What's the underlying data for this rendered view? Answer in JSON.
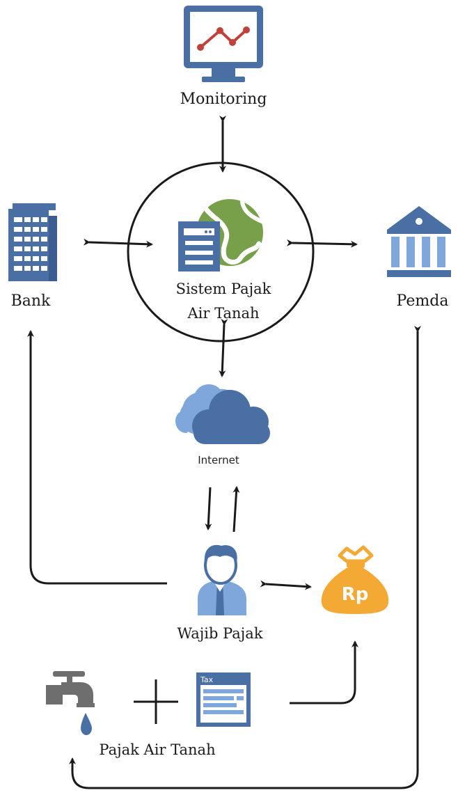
{
  "labels": {
    "monitoring": "Monitoring",
    "system_line1": "Sistem Pajak",
    "system_line2": "Air Tanah",
    "bank": "Bank",
    "pemda": "Pemda",
    "internet": "Internet",
    "wajib_pajak": "Wajib Pajak",
    "pajak_air_tanah": "Pajak Air Tanah",
    "rp": "Rp",
    "tax": "Tax"
  },
  "colors": {
    "blue_dark": "#4a6fa5",
    "blue_light": "#7fa7dc",
    "green": "#78a04a",
    "red": "#c0413a",
    "gold": "#f3a933",
    "gray": "#6e6e6e",
    "ink": "#1a1a1a"
  }
}
